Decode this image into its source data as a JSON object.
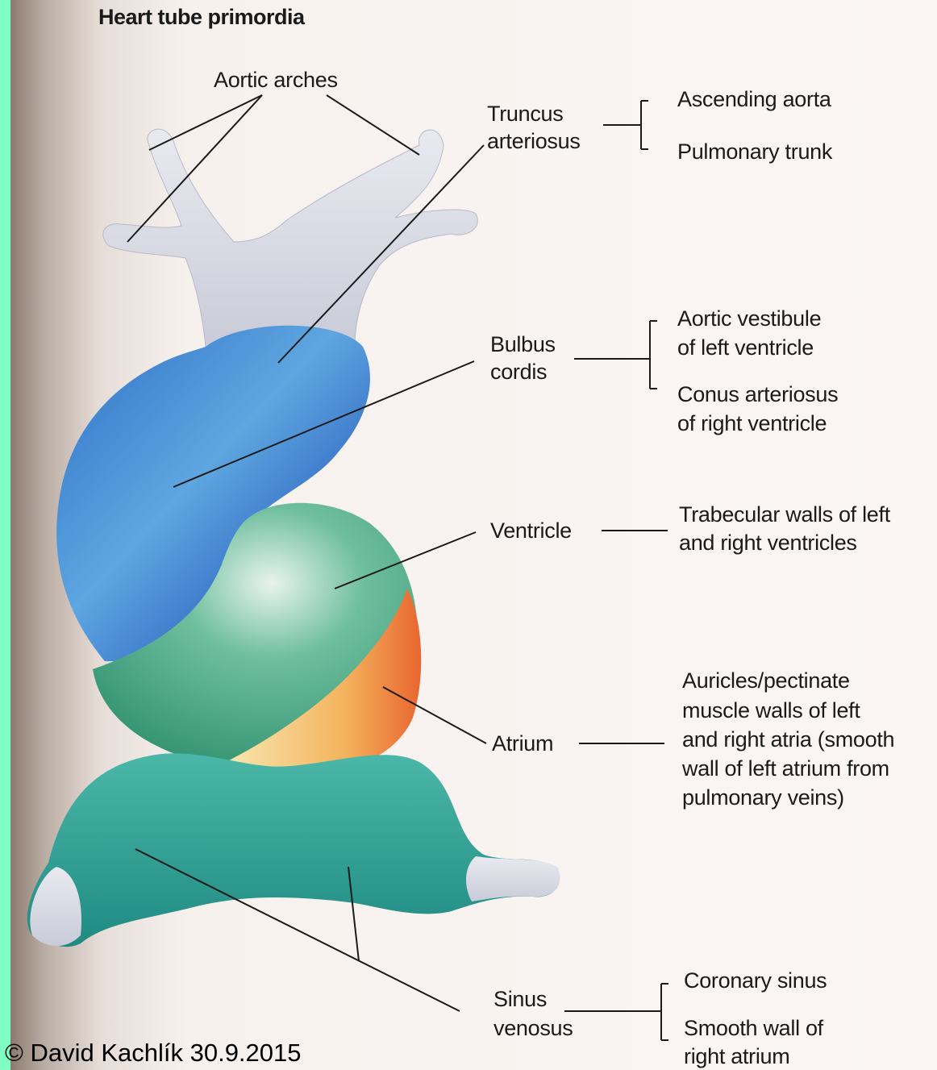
{
  "title": "Heart tube primordia",
  "copyright": "© David Kachlík 30.9.2015",
  "colors": {
    "side_strip": "#7fffc4",
    "tube_white": "#dcdde6",
    "bulbus_blue": "#3b82d0",
    "ventricle_green": "#2f9a78",
    "atrium_orange": "#f0944a",
    "sinus_teal": "#2a9a90",
    "leader_line": "#1a1a1a"
  },
  "labels": {
    "aortic_arches": "Aortic arches",
    "truncus": [
      "Truncus",
      "arteriosus"
    ],
    "truncus_fates": [
      "Ascending aorta",
      "Pulmonary trunk"
    ],
    "bulbus": [
      "Bulbus",
      "cordis"
    ],
    "bulbus_fates": [
      "Aortic vestibule",
      "of left ventricle",
      "Conus arteriosus",
      "of right ventricle"
    ],
    "ventricle": "Ventricle",
    "ventricle_fate": [
      "Trabecular walls of left",
      "and right ventricles"
    ],
    "atrium": "Atrium",
    "atrium_fate": [
      "Auricles/pectinate",
      "muscle walls of left",
      "and right atria (smooth",
      "wall of left atrium from",
      "pulmonary veins)"
    ],
    "sinus": [
      "Sinus",
      "venosus"
    ],
    "sinus_fates": [
      "Coronary sinus",
      "Smooth wall of",
      "right atrium"
    ]
  }
}
